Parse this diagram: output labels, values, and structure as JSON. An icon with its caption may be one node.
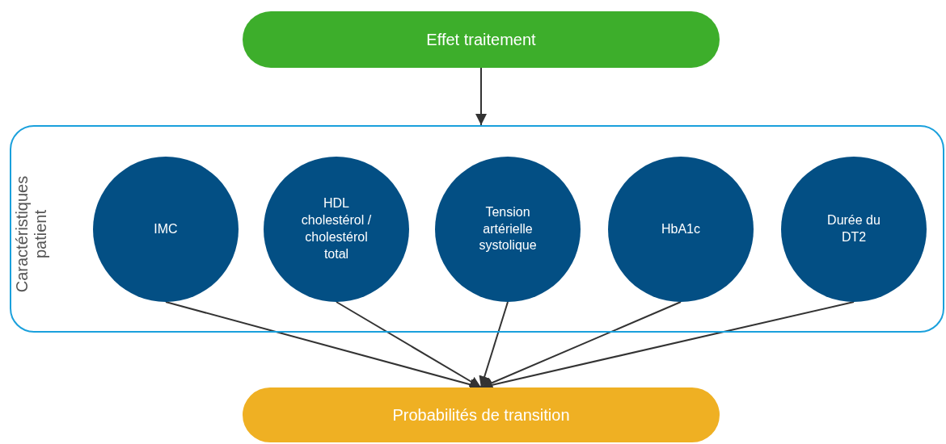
{
  "diagram": {
    "nodes": [
      {
        "text": [
          "Effet traitement"
        ]
      },
      {
        "text": [
          "Caractéristiques patient"
        ]
      },
      {
        "text": [
          "IMC"
        ],
        "in": 1
      },
      {
        "text": [
          "HDL cholestérol / cholestérol total"
        ],
        "in": 1
      },
      {
        "text": [
          "Tension artérielle systolique"
        ],
        "in": 1
      },
      {
        "text": [
          "HbA1c"
        ],
        "in": 1
      },
      {
        "text": [
          "Durée du DT2"
        ],
        "in": 1
      },
      {
        "text": [
          "Probabilités de transition"
        ]
      }
    ],
    "edges": [
      {
        "from": 0,
        "to": 1,
        "arrow": "to"
      },
      {
        "from": 2,
        "to": 7,
        "arrow": "to"
      },
      {
        "from": 3,
        "to": 7,
        "arrow": "to"
      },
      {
        "from": 4,
        "to": 7,
        "arrow": "to"
      },
      {
        "from": 5,
        "to": 7,
        "arrow": "to"
      },
      {
        "from": 6,
        "to": 7,
        "arrow": "to"
      }
    ]
  }
}
